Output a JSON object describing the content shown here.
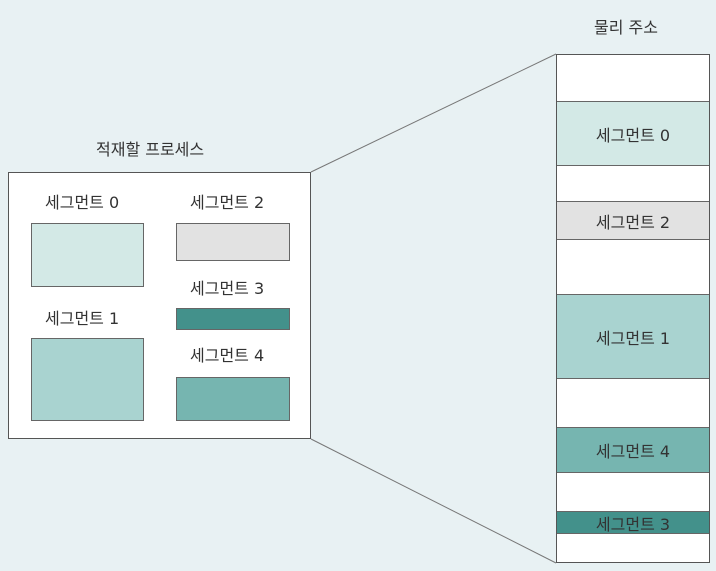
{
  "physical_memory": {
    "title": "물리 주소",
    "segments": [
      {
        "label": "세그먼트 0",
        "color": "#d3e9e6"
      },
      {
        "label": "세그먼트 2",
        "color": "#e2e2e2"
      },
      {
        "label": "세그먼트 1",
        "color": "#a9d3d0"
      },
      {
        "label": "세그먼트 4",
        "color": "#76b5b0"
      },
      {
        "label": "세그먼트 3",
        "color": "#43918b"
      }
    ]
  },
  "process": {
    "title": "적재할 프로세스",
    "segments": [
      {
        "label": "세그먼트 0",
        "color": "#d3e9e6"
      },
      {
        "label": "세그먼트 2",
        "color": "#e2e2e2"
      },
      {
        "label": "세그먼트 3",
        "color": "#43918b"
      },
      {
        "label": "세그먼트 1",
        "color": "#a9d3d0"
      },
      {
        "label": "세그먼트 4",
        "color": "#76b5b0"
      }
    ]
  }
}
